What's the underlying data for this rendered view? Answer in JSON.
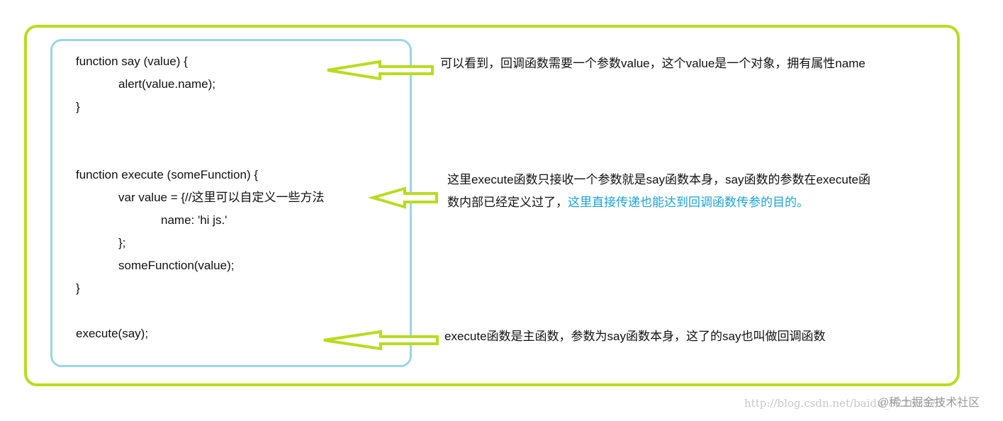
{
  "code": {
    "lines": [
      "function say (value) {",
      "alert(value.name);",
      "}",
      "function execute (someFunction) {",
      "var value = {//这里可以自定义一些方法",
      "name: 'hi js.'",
      "};",
      "someFunction(value);",
      "}",
      "execute(say);"
    ]
  },
  "notes": {
    "say": "可以看到，回调函数需要一个参数value，这个value是一个对象，拥有属性name",
    "execute_part1": "这里execute函数只接收一个参数就是say函数本身，say函数的参数在execute函",
    "execute_part2": "数内部已经定义过了，",
    "execute_highlight": "这里直接传递也能达到回调函数传参的目的。",
    "call": "execute函数是主函数，参数为say函数本身，这了的say也叫做回调函数"
  },
  "watermark": "http://blog.csdn.net/baidu_32262373",
  "brand": "@稀土掘金技术社区",
  "colors": {
    "outer_frame": "#b8dc1e",
    "code_box": "#9ad6e3",
    "arrow": "#b8dc1e",
    "highlight_text": "#1ba3dc"
  },
  "icons": {
    "arrows": "left-pointing hollow arrows"
  }
}
